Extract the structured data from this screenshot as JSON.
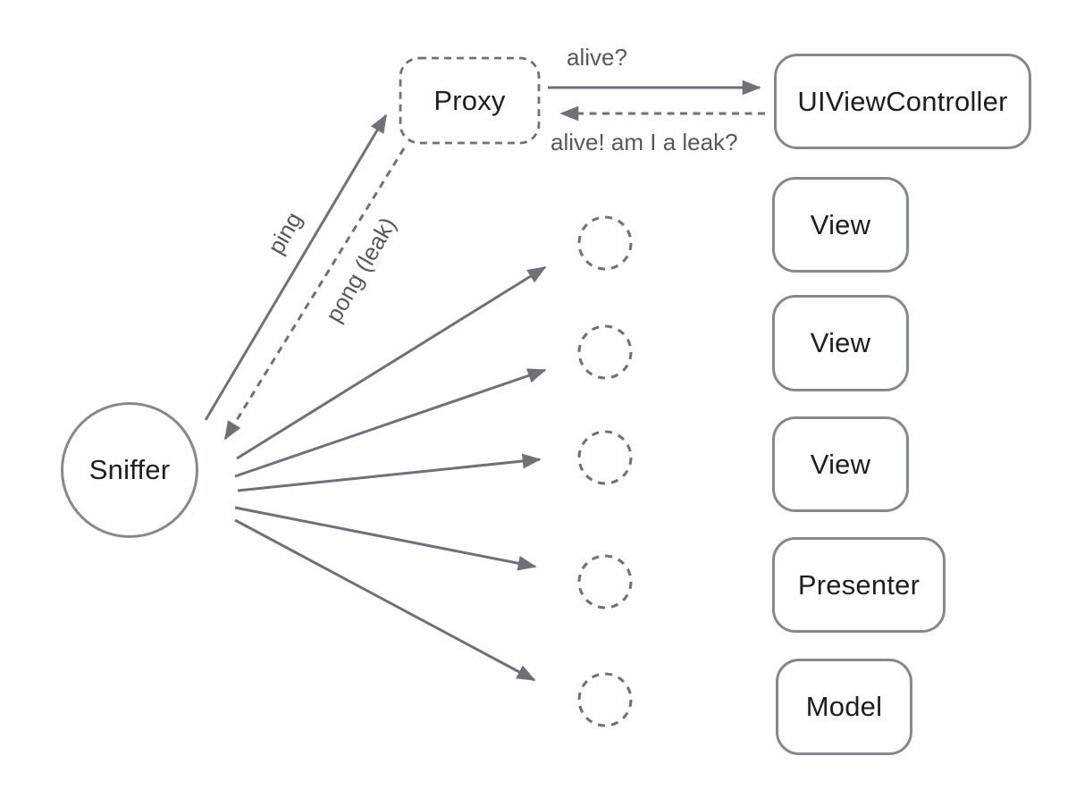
{
  "nodes": {
    "sniffer": {
      "label": "Sniffer",
      "shape": "circle",
      "border": "solid"
    },
    "proxy": {
      "label": "Proxy",
      "shape": "rounded-rect",
      "border": "dashed"
    },
    "uiviewcontroller": {
      "label": "UIViewController",
      "shape": "rounded-rect",
      "border": "solid"
    },
    "views": [
      "View",
      "View",
      "View"
    ],
    "presenter": {
      "label": "Presenter",
      "shape": "rounded-rect",
      "border": "solid"
    },
    "model": {
      "label": "Model",
      "shape": "rounded-rect",
      "border": "solid"
    }
  },
  "edges": {
    "ping": {
      "label": "ping",
      "style": "solid",
      "from": "sniffer",
      "to": "proxy"
    },
    "pong": {
      "label": "pong (leak)",
      "style": "dashed",
      "from": "proxy",
      "to": "sniffer"
    },
    "alive_request": {
      "label": "alive?",
      "style": "solid",
      "from": "proxy",
      "to": "uiviewcontroller"
    },
    "alive_response": {
      "label": "alive! am I a leak?",
      "style": "dashed",
      "from": "uiviewcontroller",
      "to": "proxy"
    },
    "probe_arrows": {
      "count": 5,
      "style": "solid",
      "from": "sniffer",
      "to": "placeholder-circles"
    }
  },
  "placeholders": {
    "count": 5,
    "style": "dashed-circle"
  },
  "colors": {
    "arrow": "#6e7177",
    "box_border": "#85888c",
    "node_text": "#1d1e21",
    "edge_label_text": "#55585e",
    "background": "#ffffff"
  }
}
